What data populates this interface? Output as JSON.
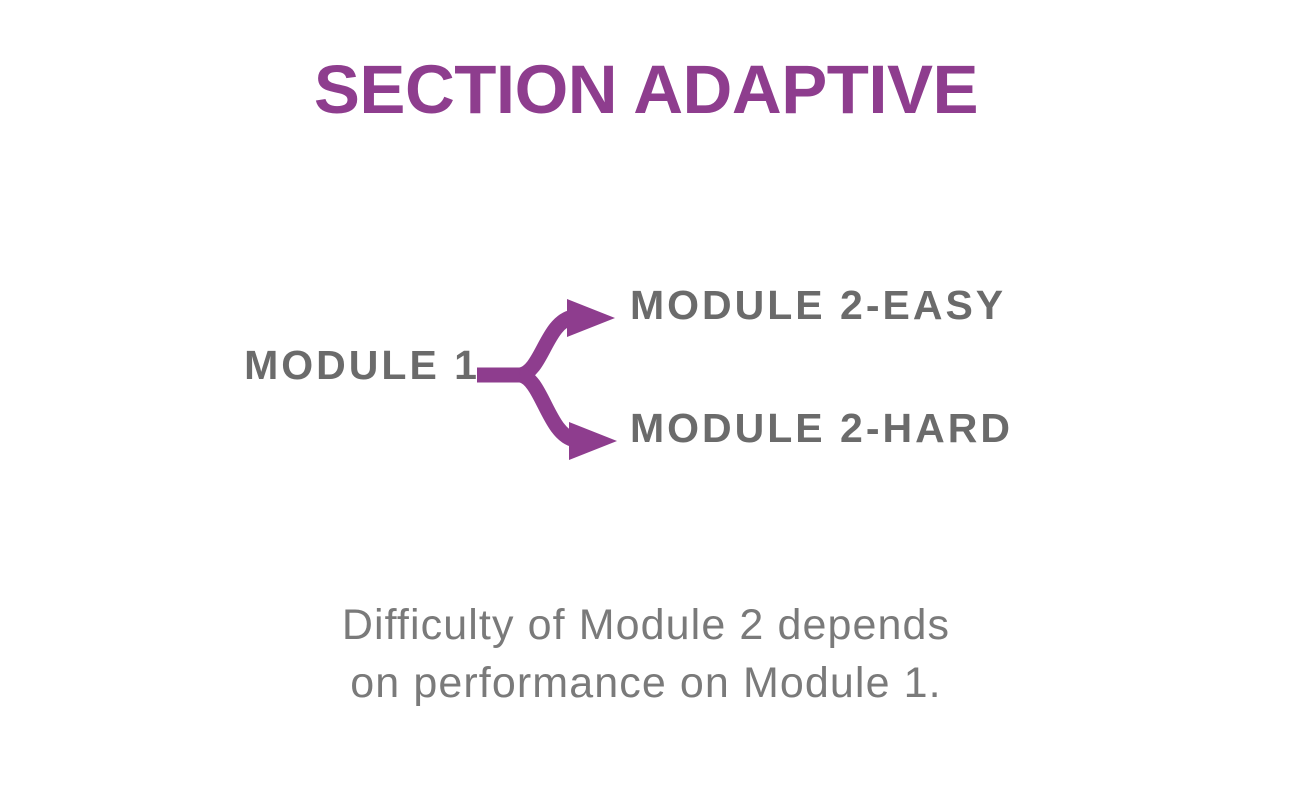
{
  "slide": {
    "title": "SECTION ADAPTIVE",
    "background_color": "#ffffff",
    "accent_color": "#8e3d8e",
    "label_color": "#6b6b6b",
    "caption_color": "#7a7a7a"
  },
  "diagram": {
    "type": "branching-flow",
    "source_node": {
      "label": "MODULE 1"
    },
    "branches": [
      {
        "label": "MODULE 2-EASY",
        "direction": "up",
        "arrow_color": "#8e3d8e"
      },
      {
        "label": "MODULE 2-HARD",
        "direction": "down",
        "arrow_color": "#8e3d8e"
      }
    ],
    "connector_icon": "branch-fork-arrows-icon"
  },
  "caption": {
    "line1": "Difficulty of Module 2 depends",
    "line2": "on performance on Module 1."
  }
}
